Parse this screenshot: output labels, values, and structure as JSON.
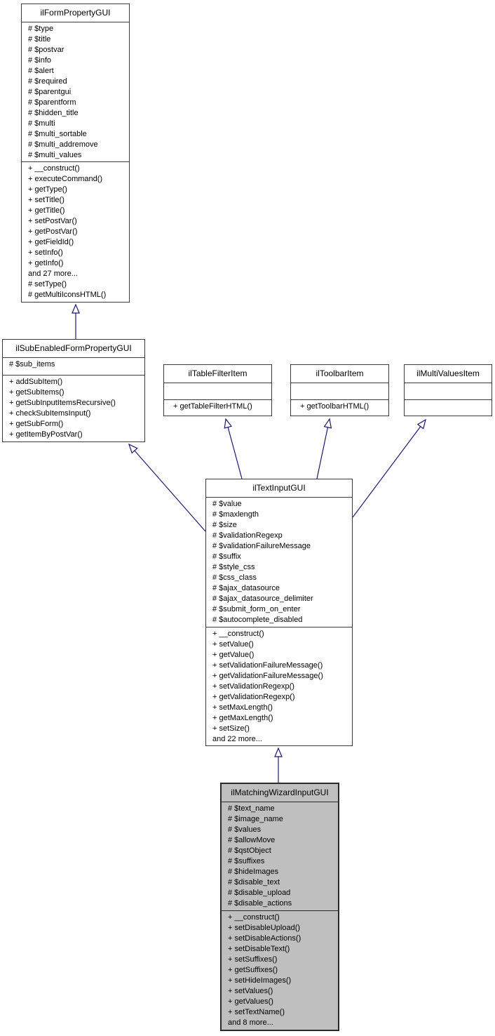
{
  "diagram": {
    "type": "uml-class-inheritance",
    "colors": {
      "arrow": "#191970",
      "highlight_fill": "#bfbfbf",
      "box_border": "#3a3a3a",
      "background": "#ffffff"
    },
    "classes": {
      "form_property": {
        "name": "ilFormPropertyGUI",
        "attributes": [
          "# $type",
          "# $title",
          "# $postvar",
          "# $info",
          "# $alert",
          "# $required",
          "# $parentgui",
          "# $parentform",
          "# $hidden_title",
          "# $multi",
          "# $multi_sortable",
          "# $multi_addremove",
          "# $multi_values"
        ],
        "methods": [
          "+ __construct()",
          "+ executeCommand()",
          "+ getType()",
          "+ setTitle()",
          "+ getTitle()",
          "+ setPostVar()",
          "+ getPostVar()",
          "+ getFieldId()",
          "+ setInfo()",
          "+ getInfo()",
          "and 27 more...",
          "# setType()",
          "# getMultiIconsHTML()"
        ]
      },
      "sub_enabled": {
        "name": "ilSubEnabledFormPropertyGUI",
        "attributes": [
          "# $sub_items"
        ],
        "methods": [
          "+ addSubItem()",
          "+ getSubItems()",
          "+ getSubInputItemsRecursive()",
          "+ checkSubItemsInput()",
          "+ getSubForm()",
          "+ getItemByPostVar()"
        ]
      },
      "table_filter": {
        "name": "ilTableFilterItem",
        "attributes": [],
        "methods": [
          "+ getTableFilterHTML()"
        ]
      },
      "toolbar_item": {
        "name": "ilToolbarItem",
        "attributes": [],
        "methods": [
          "+ getToolbarHTML()"
        ]
      },
      "multi_values": {
        "name": "ilMultiValuesItem",
        "attributes": [],
        "methods": []
      },
      "text_input": {
        "name": "ilTextInputGUI",
        "attributes": [
          "# $value",
          "# $maxlength",
          "# $size",
          "# $validationRegexp",
          "# $validationFailureMessage",
          "# $suffix",
          "# $style_css",
          "# $css_class",
          "# $ajax_datasource",
          "# $ajax_datasource_delimiter",
          "# $submit_form_on_enter",
          "# $autocomplete_disabled"
        ],
        "methods": [
          "+ __construct()",
          "+ setValue()",
          "+ getValue()",
          "+ setValidationFailureMessage()",
          "+ getValidationFailureMessage()",
          "+ setValidationRegexp()",
          "+ getValidationRegexp()",
          "+ setMaxLength()",
          "+ getMaxLength()",
          "+ setSize()",
          "and 22 more..."
        ]
      },
      "matching_wizard": {
        "name": "ilMatchingWizardInputGUI",
        "attributes": [
          "# $text_name",
          "# $image_name",
          "# $values",
          "# $allowMove",
          "# $qstObject",
          "# $suffixes",
          "# $hideImages",
          "# $disable_text",
          "# $disable_upload",
          "# $disable_actions"
        ],
        "methods": [
          "+ __construct()",
          "+ setDisableUpload()",
          "+ setDisableActions()",
          "+ setDisableText()",
          "+ setSuffixes()",
          "+ getSuffixes()",
          "+ setHideImages()",
          "+ setValues()",
          "+ getValues()",
          "+ setTextName()",
          "and 8 more..."
        ]
      }
    }
  }
}
